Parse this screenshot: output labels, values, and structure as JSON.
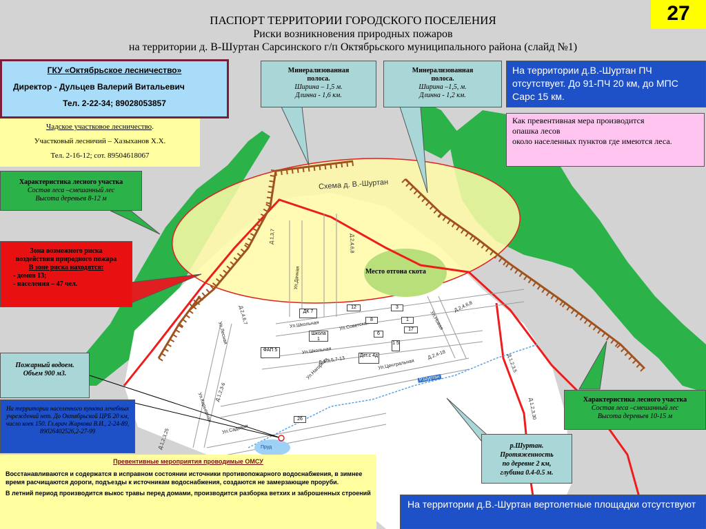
{
  "header": {
    "title_line1": "ПАСПОРТ ТЕРРИТОРИИ ГОРОДСКОГО ПОСЕЛЕНИЯ",
    "title_line2": "Риски возникновения природных пожаров",
    "title_line3": "на территории д. В-Шуртан Сарсинского г/п Октябрьского муниципального района (слайд №1)",
    "slide_number": "27"
  },
  "forestry": {
    "org": "ГКУ «Октябрьское лесничество»",
    "director": "Директор - Дульцев Валерий Витальевич",
    "phone": "Тел. 2-22-34; 89028053857"
  },
  "district_forestry": {
    "name": "Чадское участковое лесничество",
    "name_suffix": ".",
    "forester": "Участковый лесничий – Хазыханов Х.Х.",
    "phone": "Тел. 2-16-12; сот. 89504618067"
  },
  "strip1": {
    "title_line1": "Минерализованная",
    "title_line2": "полоса.",
    "width": "Ширина – 1,5  м.",
    "length": "Длинна  - 1,6 км."
  },
  "strip2": {
    "title_line1": "Минерализованная",
    "title_line2": "полоса.",
    "width": "Ширина –1,5, м.",
    "length": "Длинна  - 1,2 км."
  },
  "fire_station": {
    "text": "На территории д.В.-Шуртан ПЧ отсутствует. До 91-ПЧ 20 км, до МПС Сарс 15 км."
  },
  "prevention_measure": {
    "line1": "Как превентивная мера производится",
    "line2": "опашка лесов",
    "line3": "около населенных пунктов где имеются леса."
  },
  "forest_left": {
    "title": "Характеристика лесного участка",
    "composition": "Состав леса –смешанный лес",
    "height": "Высота деревьев 8-12  м"
  },
  "forest_right": {
    "title": "Характеристика лесного участка",
    "composition": "Состав леса –смешанный лес",
    "height": "Высота деревьев 10-15 м"
  },
  "risk_zone": {
    "title": "Зона возможного риска воздействия природного пожара",
    "subtitle": "В зоне риска находятся:",
    "houses": "- домов 13;",
    "population": "- населения – 47 чел."
  },
  "fire_pond": {
    "text": "Пожарный водоем. Объем 900 м3."
  },
  "medical": {
    "text": "На территории населенного пункта лечебных учреждений нет. До Октябрьской ЦРБ 20 км, число коек 150. Гл.врач Жаркова В.И., 2-24-89, 89026402526,2-27-99"
  },
  "prevention_omsu": {
    "title": "Превентивные мероприятия проводимые ОМСУ",
    "p1": "Восстанавливаются и содержатся в исправном состоянии источники противопожарного водоснабжения, в зимнее время расчищаются дороги, подъезды к источникам водоснабжения, создаются не замерзающие проруби.",
    "p2": "В летний период производится выкос травы перед домами, производится разборка ветхих и заброшенных строений"
  },
  "river": {
    "name": "р.Шуртан.",
    "length": "Протяженность",
    "length2": "по деревне 2 км,",
    "depth": "глубина 0.4-0.5 м."
  },
  "helipad": {
    "text": "На территории д.В.-Шуртан вертолетные площадки отсутствуют"
  },
  "map": {
    "scheme_title": "Схема д. В.-Шуртан",
    "pasture": "Место отгона скота",
    "streets": {
      "school": "Ул.Школьная",
      "school2": "Ул.Школьная",
      "soviet": "Ул.Советская",
      "central": "Ул.Центральная",
      "lesnaya": "Ул.Лесная",
      "nagornaya": "Ул.Нагорная",
      "dachnaya": "Ул.Дачная",
      "sadovaya": "Ул.Садовая",
      "novaya": "Ул.Новая",
      "karyer": "Ул.Карьерная",
      "river_label": "Р.Шуртан",
      "pond_label": "Пруд"
    },
    "buildings": {
      "dk": "ДК 7",
      "school": "Школа 1",
      "fap": "ФАП 5",
      "kindergarten": "Дет.с 4д",
      "b12": "12",
      "b3": "3",
      "b8": "8",
      "b1": "1",
      "b17": "17",
      "b6": "6",
      "b15": "1 5",
      "b26": "26"
    },
    "house_labels": {
      "h1": "Д.1,3,5,7-13",
      "h2": "Д.2,4-18",
      "h3": "Д.2,4,6,8",
      "h4": "Д.2,4,6,7",
      "h5": "Д.1,2,3-6",
      "h6": "Д.1,2,3,25",
      "h7": "Д.1,3,7",
      "h8": "Д.2,4,6,8",
      "h9": "Д.1,2,3,5",
      "h10": "Д.1,2,3,30"
    }
  },
  "colors": {
    "forest": "#2bb34a",
    "risk_ellipse": "#fffaa8",
    "ellipse_border": "#e02020",
    "road_red": "#ee1c1c",
    "firebreak": "#a0521e",
    "pasture": "#b8df7a"
  }
}
